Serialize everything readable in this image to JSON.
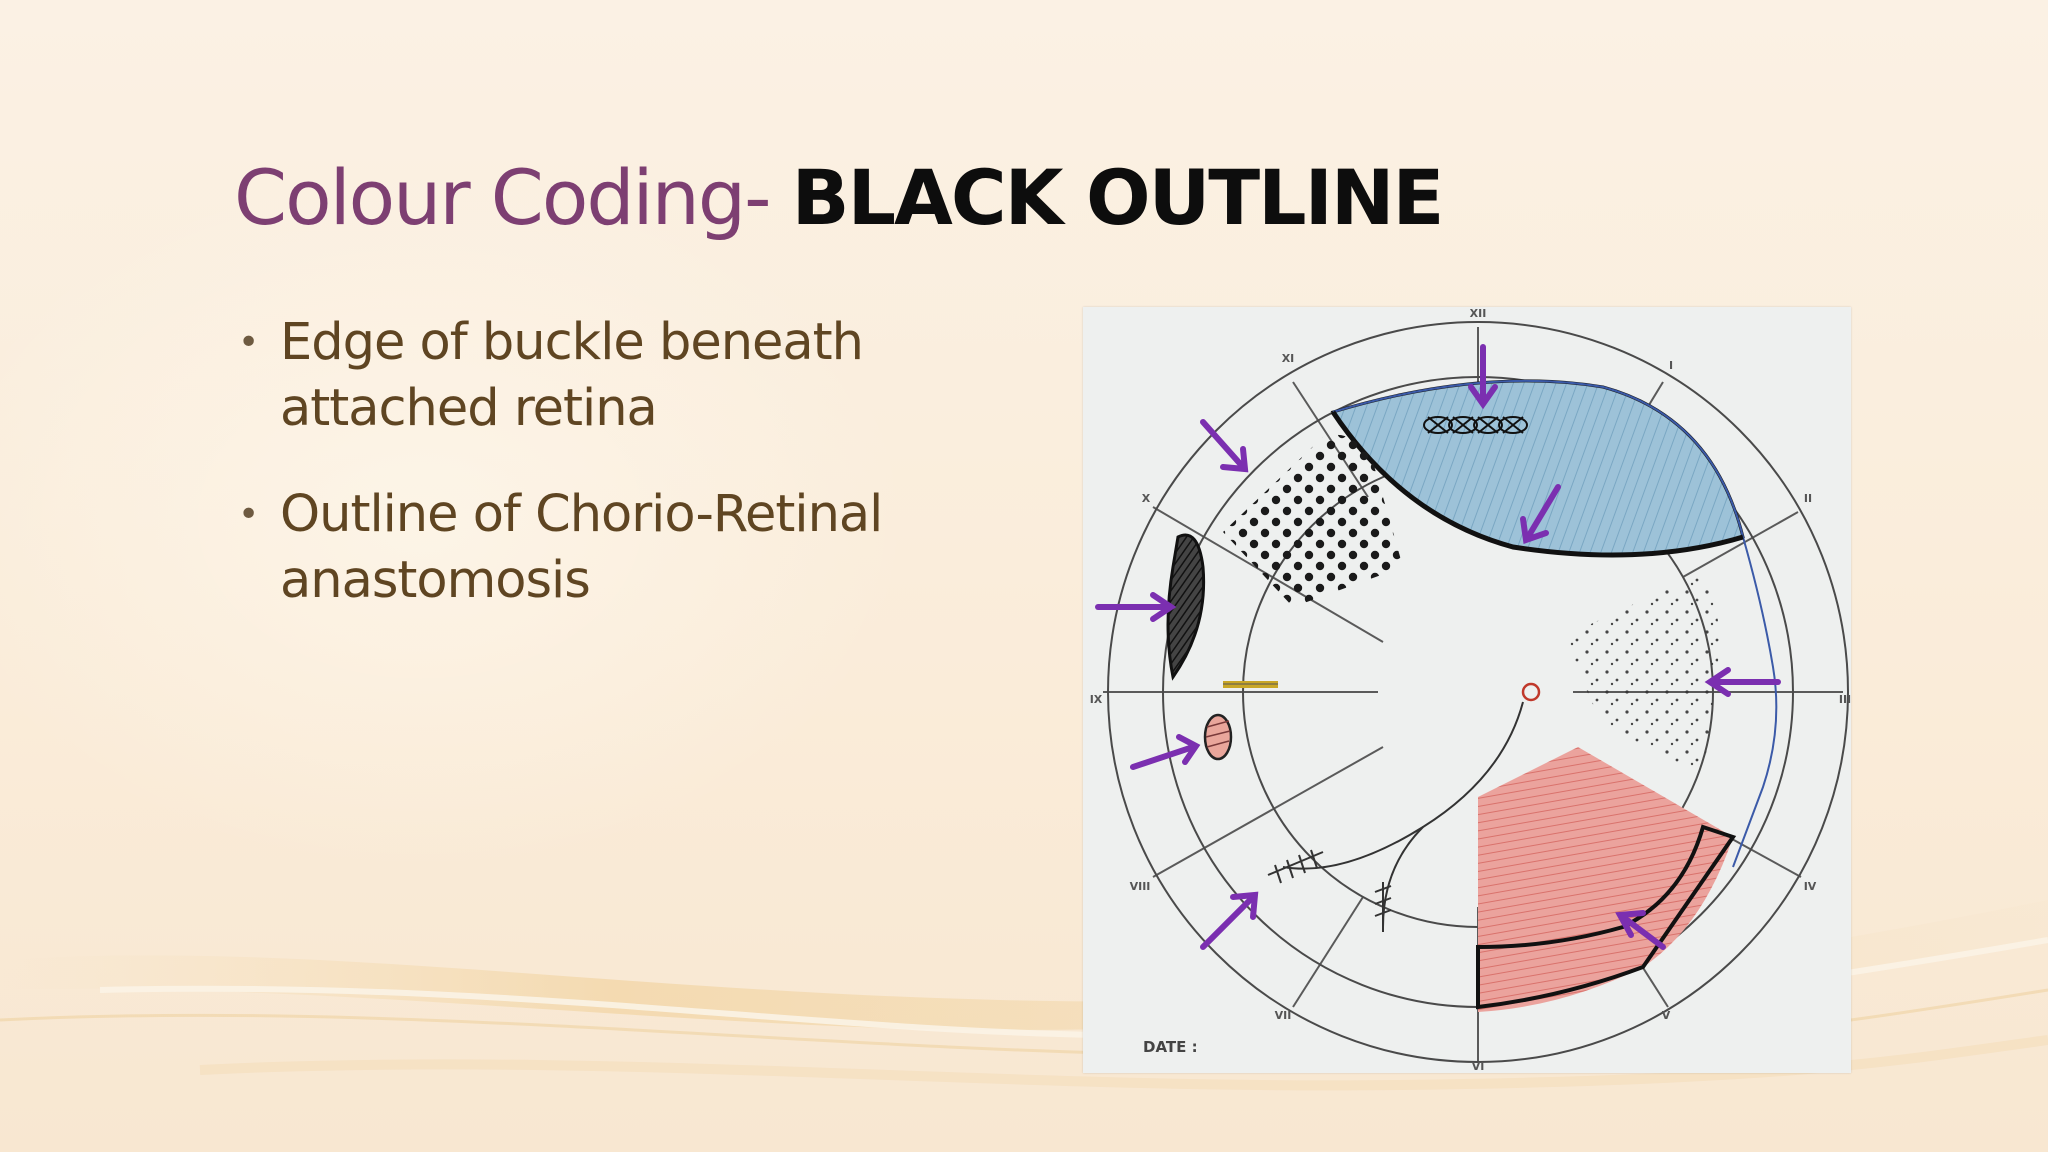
{
  "slide": {
    "title_prefix": "Colour Coding- ",
    "title_emphasis": "BLACK OUTLINE",
    "bullets": [
      "Edge of buckle beneath attached retina",
      "Outline of Chorio-Retinal anastomosis"
    ]
  },
  "figure": {
    "clock_labels": [
      "XII",
      "I",
      "II",
      "III",
      "IV",
      "V",
      "VI",
      "VII",
      "VIII",
      "IX",
      "X",
      "XI"
    ],
    "date_label": "DATE :",
    "colors": {
      "arrow": "#7b2fb0",
      "detachment_blue": "#8fb6cf",
      "hemorrhage_red": "#e79a94",
      "ink": "#1a1a1a",
      "grid": "#5a5a5a",
      "yellow_mark": "#c9a726"
    }
  }
}
